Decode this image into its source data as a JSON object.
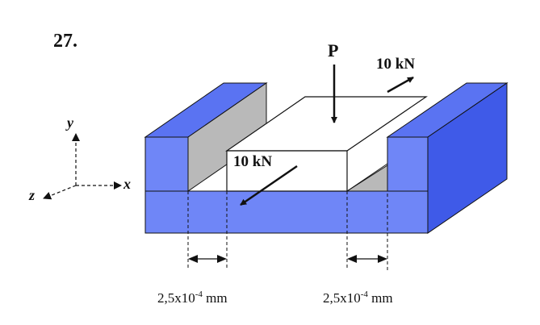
{
  "problem": {
    "number": "27."
  },
  "loads": {
    "vertical": {
      "label": "P"
    },
    "rear": {
      "label": "10 kN"
    },
    "front": {
      "label": "10 kN"
    }
  },
  "axes": {
    "x": "x",
    "y": "y",
    "z": "z"
  },
  "gaps": {
    "left": {
      "label": "2,5x10",
      "exponent": "-4",
      "unit": " mm"
    },
    "right": {
      "label": "2,5x10",
      "exponent": "-4",
      "unit": " mm"
    }
  },
  "colors": {
    "channel_face": "#6f86f7",
    "channel_side": "#3f5ae8",
    "channel_top": "#5a73f2",
    "wall_inner": "#b9b9b9",
    "block": "#ffffff",
    "stroke": "#111111"
  },
  "icons": [
    "arrow-down-icon",
    "arrow-diagonal-icon"
  ]
}
